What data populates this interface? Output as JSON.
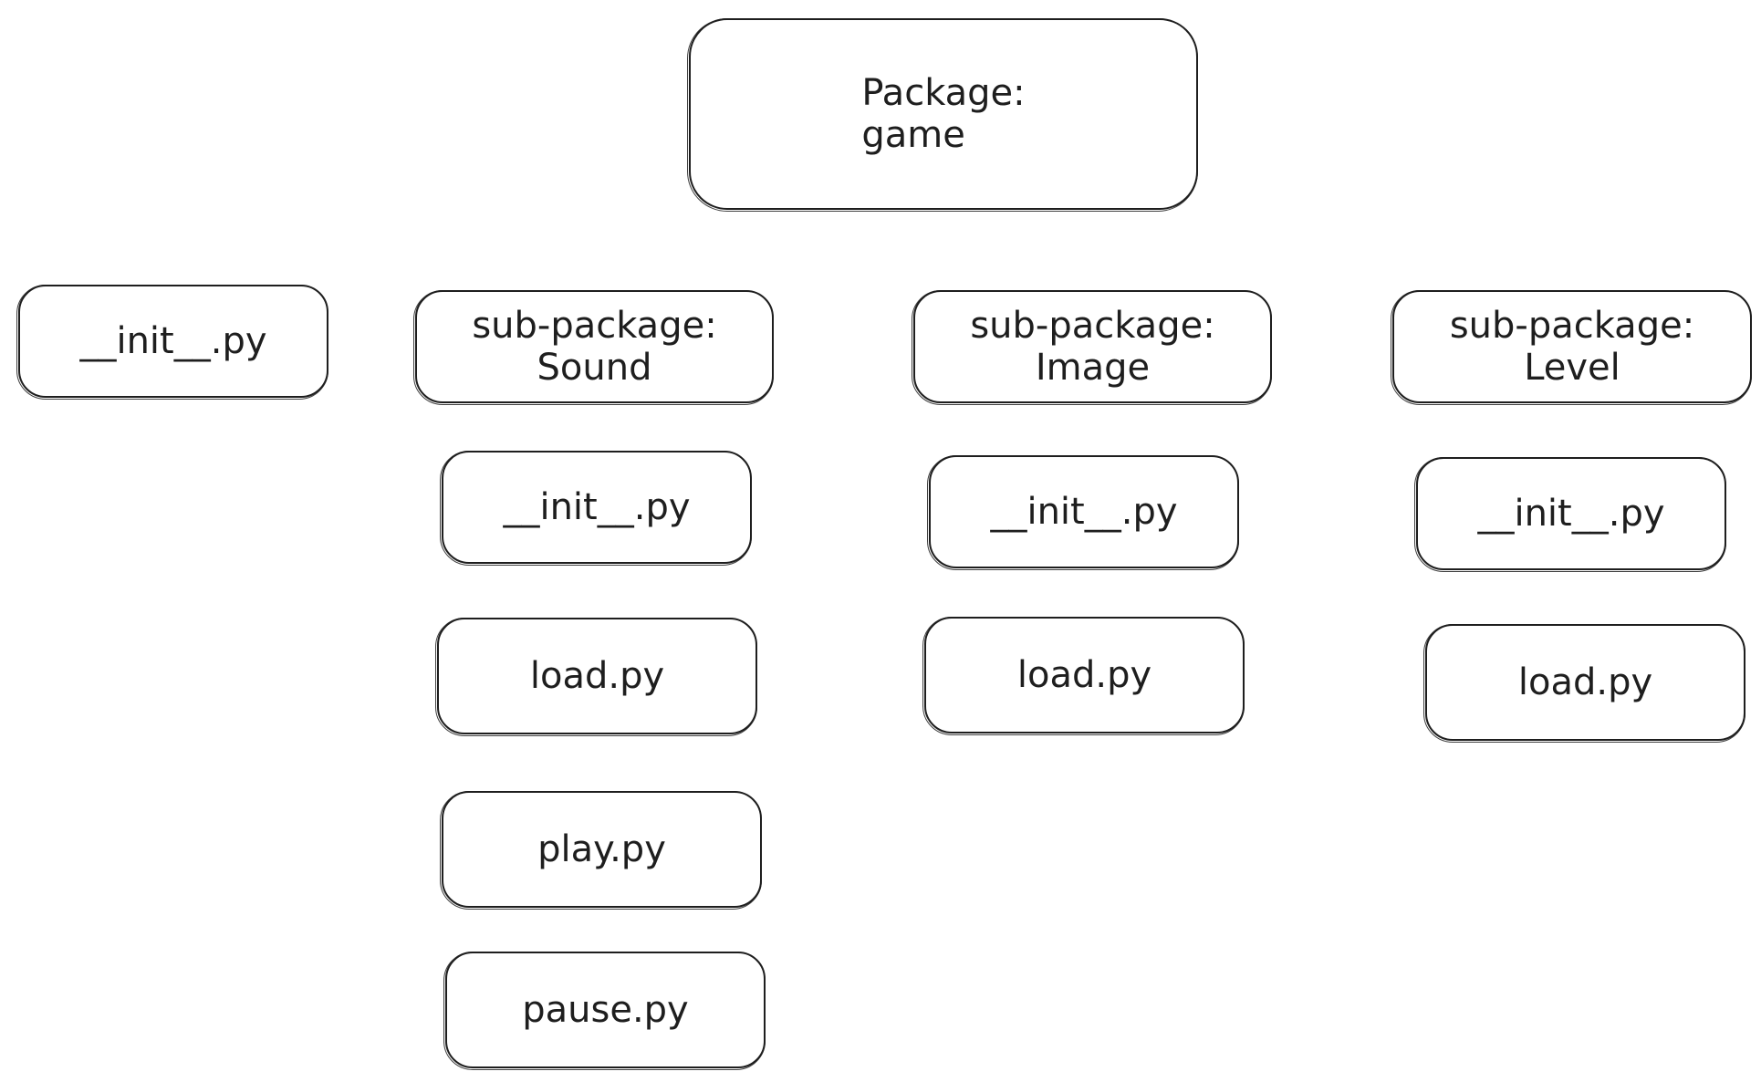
{
  "package": {
    "label": "Package:\ngame"
  },
  "root_init": {
    "label": "__init__.py"
  },
  "subpackages": {
    "sound": {
      "header": "sub-package:\nSound",
      "files": [
        "__init__.py",
        "load.py",
        "play.py",
        "pause.py"
      ]
    },
    "image": {
      "header": "sub-package:\nImage",
      "files": [
        "__init__.py",
        "load.py"
      ]
    },
    "level": {
      "header": "sub-package:\nLevel",
      "files": [
        "__init__.py",
        "load.py"
      ]
    }
  }
}
